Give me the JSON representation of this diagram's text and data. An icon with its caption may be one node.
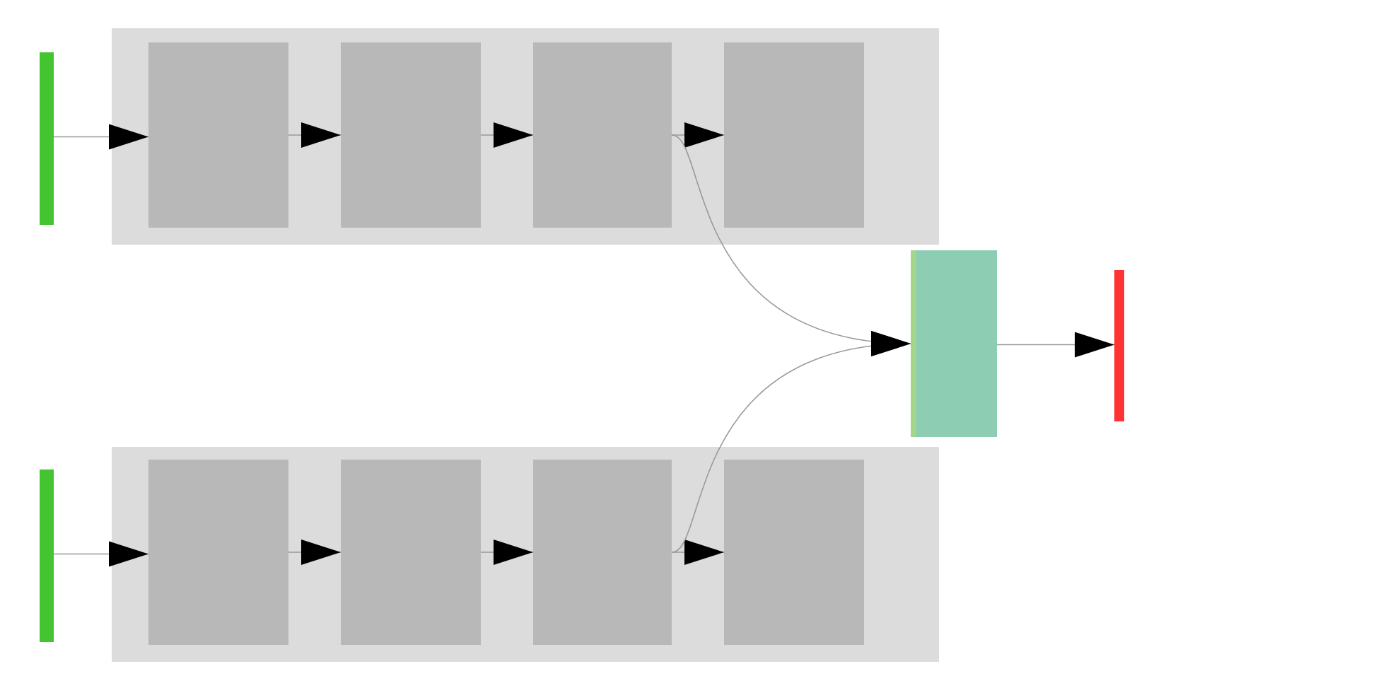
{
  "diagram": {
    "nodes": [
      {
        "text": [],
        "shape": "bar"
      },
      {
        "text": [],
        "shape": "box"
      },
      {
        "text": [],
        "shape": "box",
        "in": 1
      },
      {
        "text": [],
        "shape": "box",
        "in": 1
      },
      {
        "text": [],
        "shape": "box",
        "in": 1
      },
      {
        "text": [],
        "shape": "box",
        "in": 1
      },
      {
        "text": [],
        "shape": "bar"
      },
      {
        "text": [],
        "shape": "box"
      },
      {
        "text": [],
        "shape": "box",
        "in": 7
      },
      {
        "text": [],
        "shape": "box",
        "in": 7
      },
      {
        "text": [],
        "shape": "box",
        "in": 7
      },
      {
        "text": [],
        "shape": "box",
        "in": 7
      },
      {
        "text": [],
        "shape": "box"
      },
      {
        "text": [],
        "shape": "bar"
      }
    ],
    "edges": [
      {
        "from": 0,
        "to": 2,
        "arrow": "to"
      },
      {
        "from": 2,
        "to": 3,
        "arrow": "to"
      },
      {
        "from": 3,
        "to": 4,
        "arrow": "to"
      },
      {
        "from": 4,
        "to": 5,
        "arrow": "to"
      },
      {
        "from": 4,
        "to": 12,
        "arrow": "to"
      },
      {
        "from": 6,
        "to": 8,
        "arrow": "to"
      },
      {
        "from": 8,
        "to": 9,
        "arrow": "to"
      },
      {
        "from": 9,
        "to": 10,
        "arrow": "to"
      },
      {
        "from": 10,
        "to": 11,
        "arrow": "to"
      },
      {
        "from": 10,
        "to": 12,
        "arrow": "to"
      },
      {
        "from": 12,
        "to": 13,
        "arrow": "to"
      }
    ]
  }
}
